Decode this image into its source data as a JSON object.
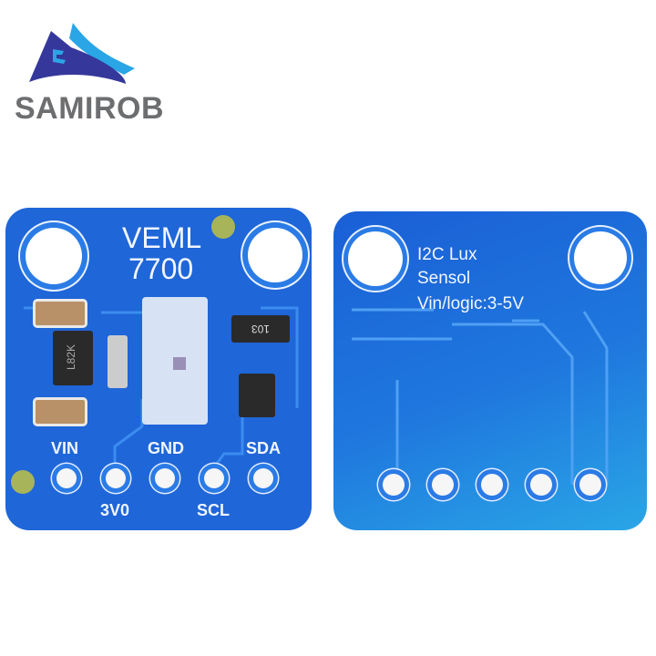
{
  "brand": {
    "name": "SAMIROB",
    "logo_icon": "flag-wave-logo-icon",
    "colors": {
      "dark_blue": "#35389a",
      "light_blue": "#2aa6e6",
      "text_gray": "#6d6e70"
    }
  },
  "front_board": {
    "title_line1": "VEML",
    "title_line2": "7700",
    "chip_markings": {
      "inductor": "L82K",
      "resistor_array": "103"
    },
    "pins": [
      {
        "label": "VIN",
        "position": "top"
      },
      {
        "label": "3V0",
        "position": "bottom"
      },
      {
        "label": "GND",
        "position": "top"
      },
      {
        "label": "SCL",
        "position": "bottom"
      },
      {
        "label": "SDA",
        "position": "top"
      }
    ],
    "color": "#1f66d8"
  },
  "back_board": {
    "line1": "I2C Lux",
    "line2": "Sensol",
    "line3": "Vin/logic:3-5V",
    "pin_count": 5,
    "color": "#1f78de"
  }
}
